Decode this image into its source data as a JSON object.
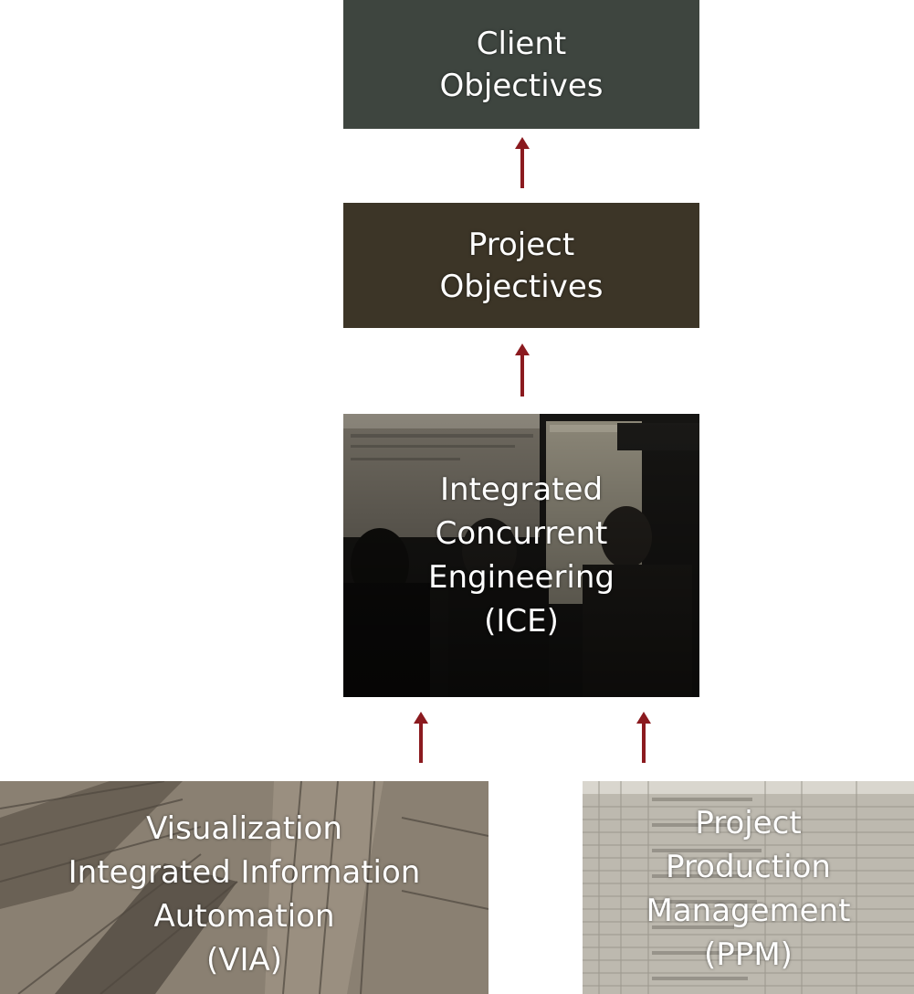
{
  "diagram": {
    "nodes": [
      {
        "id": "client",
        "text": "Client\nObjectives",
        "color": "#3e453f"
      },
      {
        "id": "project",
        "text": "Project\nObjectives",
        "color": "#3c3527"
      },
      {
        "id": "ice",
        "text": "Integrated\nConcurrent\nEngineering\n(ICE)",
        "color": "#141414"
      },
      {
        "id": "via",
        "text": "Visualization\nIntegrated Information\nAutomation\n(VIA)",
        "color": "#7d7366"
      },
      {
        "id": "ppm",
        "text": "Project\nProduction\nManagement\n(PPM)",
        "color": "#b9b5ab"
      }
    ],
    "edges": [
      {
        "from": "project",
        "to": "client"
      },
      {
        "from": "ice",
        "to": "project"
      },
      {
        "from": "via",
        "to": "ice"
      },
      {
        "from": "ppm",
        "to": "ice"
      }
    ],
    "arrow_color": "#8b1a1f"
  }
}
